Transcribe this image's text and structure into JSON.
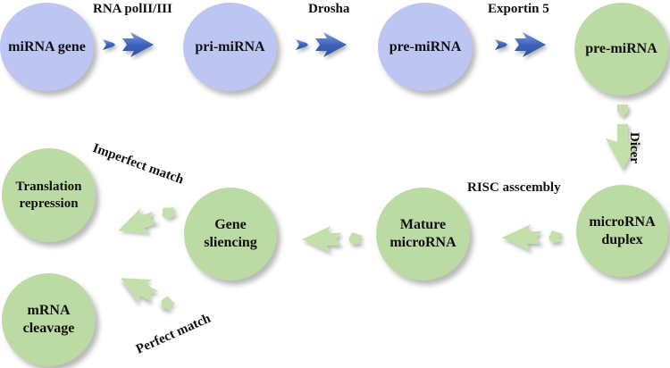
{
  "nodes": {
    "mirna_gene": "miRNA gene",
    "pri_mirna": "pri-miRNA",
    "pre_mirna_1": "pre-miRNA",
    "pre_mirna_2": "pre-miRNA",
    "microrna_duplex": "microRNA duplex",
    "mature_microrna": "Mature microRNA",
    "gene_silencing": "Gene sliencing",
    "translation_repression": "Translation repression",
    "mrna_cleavage": "mRNA cleavage"
  },
  "edges": {
    "rna_pol": "RNA polII/III",
    "drosha": "Drosha",
    "exportin": "Exportin 5",
    "dicer": "Dicer",
    "risc": "RISC asscembly",
    "imperfect": "Imperfect match",
    "perfect": "Perfect match"
  },
  "colors": {
    "blue_node": "#bdc6f2",
    "green_node": "#bcdba4",
    "blue_arrow": "#4a6fc0",
    "green_arrow": "#c3e0ab"
  }
}
